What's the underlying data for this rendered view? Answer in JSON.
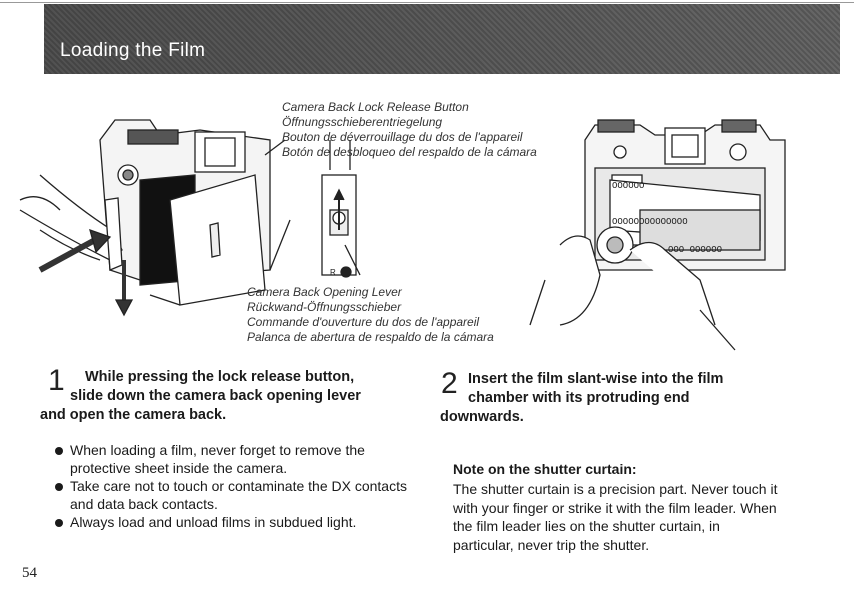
{
  "header": {
    "title": "Loading the Film"
  },
  "captions": {
    "release_button": [
      "Camera Back Lock Release Button",
      "Öffnungsschieberentriegelung",
      "Bouton de déverrouillage du dos de l'appareil",
      "Botón de desbloqueo del respaldo de la cámara"
    ],
    "opening_lever": [
      "Camera Back Opening Lever",
      "Rückwand-Öffnungsschieber",
      "Commande d'ouverture du dos de l'appareil",
      "Palanca de abertura de respaldo de la cámara"
    ],
    "lever_mark": "R",
    "film_marks_top": "OOOOOO",
    "film_marks_mid": "OOOOOOOOOOOOOO",
    "film_marks_bot": "OOO  OOOOOO"
  },
  "steps": [
    {
      "number": "1",
      "lines": [
        "While pressing the lock release button,",
        "slide down the camera back opening lever",
        "and open the camera back."
      ]
    },
    {
      "number": "2",
      "lines": [
        "Insert the film slant-wise into the film",
        "chamber with its protruding end",
        "downwards."
      ]
    }
  ],
  "bullets": [
    "When loading a film, never forget to remove the protective sheet inside the camera.",
    "Take care not to touch or contaminate the DX contacts and data back contacts.",
    "Always load and unload films in subdued light."
  ],
  "note": {
    "title": "Note on the shutter curtain:",
    "body": "The shutter curtain is a precision part. Never touch it with your finger or strike it with the film leader. When the film leader lies on the shutter curtain, in particular, never trip the shutter."
  },
  "page_number": "54"
}
